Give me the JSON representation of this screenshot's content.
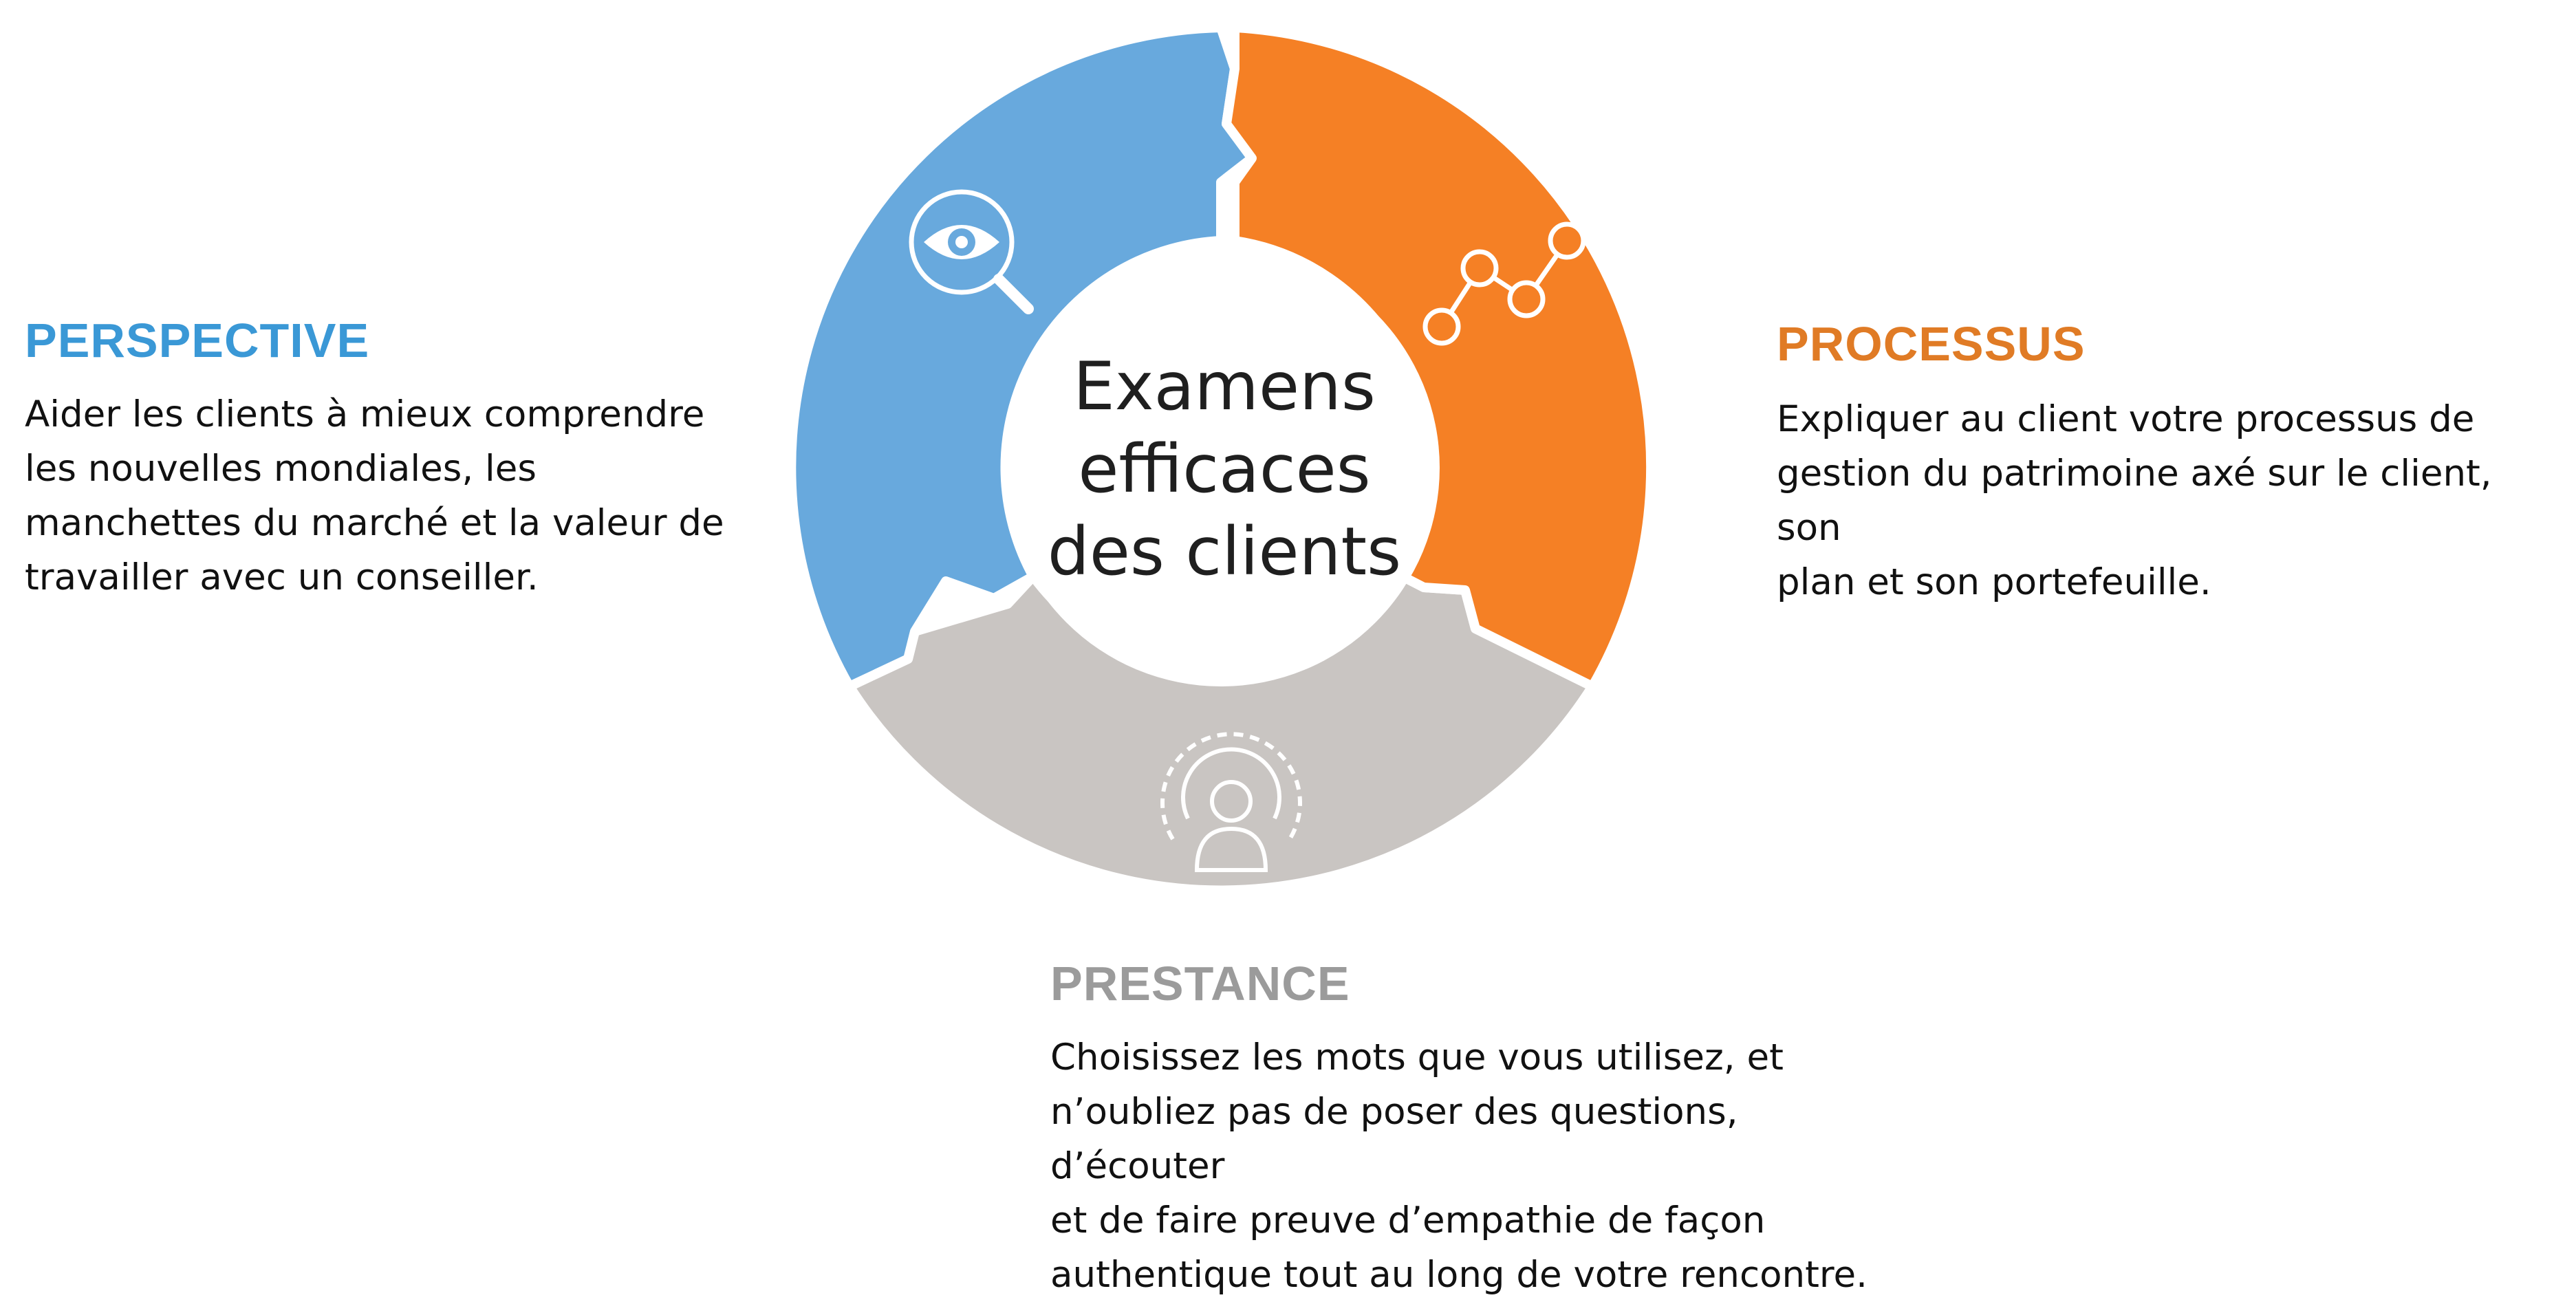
{
  "center": {
    "line1": "Examens",
    "line2": "efficaces",
    "line3": "des clients"
  },
  "sections": {
    "perspective": {
      "title": "PERSPECTIVE",
      "body": "Aider les clients à mieux comprendre\nles nouvelles mondiales, les\nmanchettes du marché et la valeur de\ntravailler avec un conseiller.",
      "color": "#3a98d6",
      "icon": "eye-magnifier-icon"
    },
    "processus": {
      "title": "PROCESSUS",
      "body": "Expliquer au client votre processus de\ngestion du patrimoine axé sur le client, son\nplan et son portefeuille.",
      "color": "#e07b25",
      "icon": "line-graph-icon"
    },
    "prestance": {
      "title": "PRESTANCE",
      "body": "Choisissez les mots que vous utilisez, et\nn’oubliez pas de poser des questions, d’écouter\net de faire preuve d’empathie de façon\nauthentique tout au long de votre rencontre.",
      "color": "#9b9b9b",
      "icon": "person-broadcast-icon"
    }
  },
  "ring_colors": {
    "blue": "#68a9dd",
    "orange": "#f58025",
    "gray": "#c9c5c2"
  }
}
